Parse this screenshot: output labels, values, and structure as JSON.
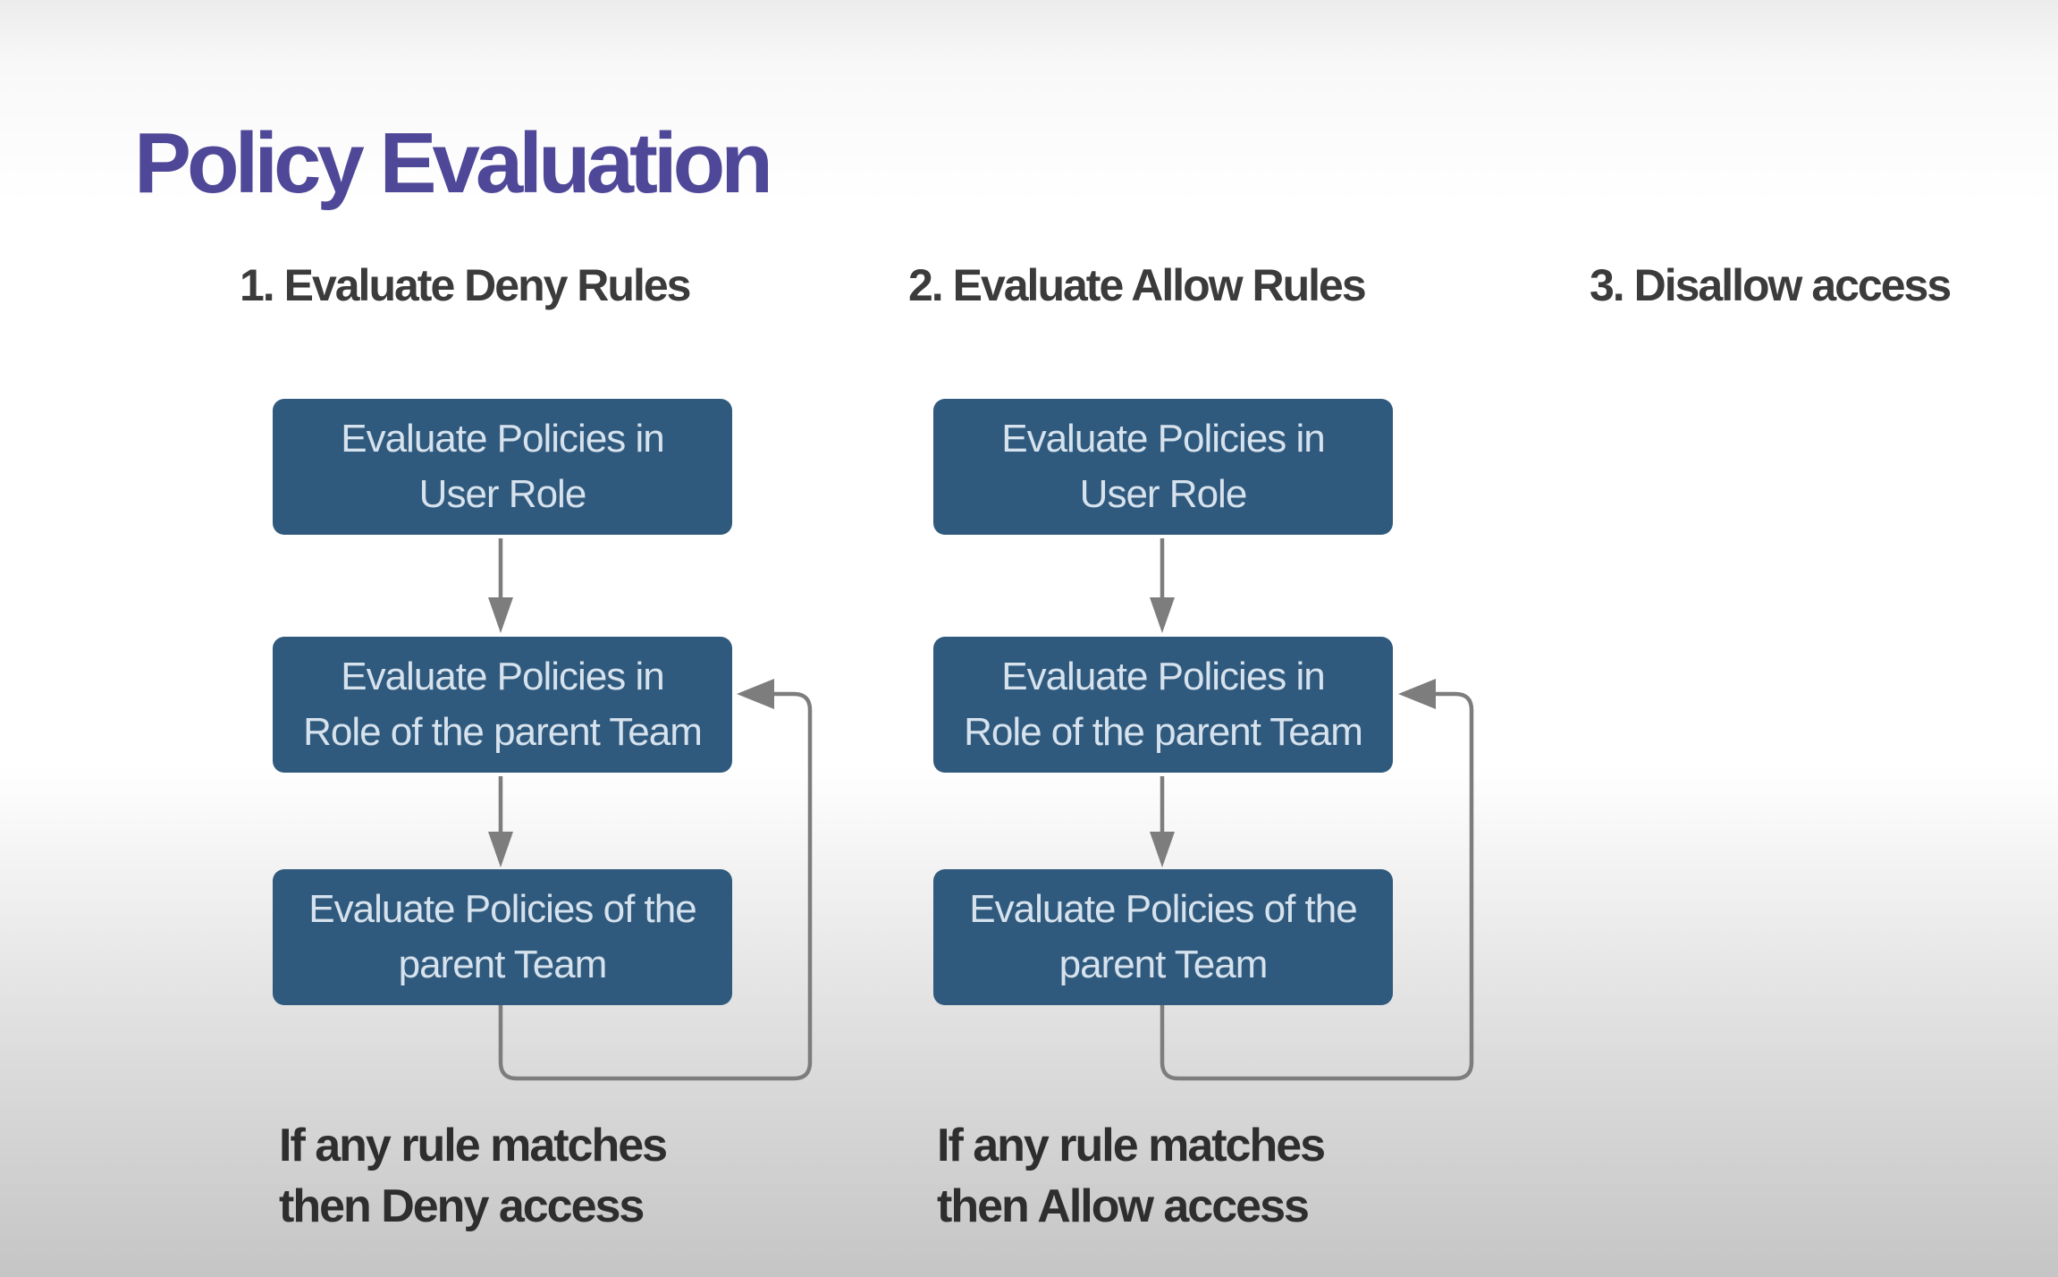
{
  "slide": {
    "title": "Policy Evaluation",
    "columns": [
      {
        "heading": "1. Evaluate Deny Rules",
        "boxes": [
          "Evaluate Policies in\nUser Role",
          "Evaluate Policies in\nRole of the parent Team",
          "Evaluate Policies of the\nparent Team"
        ],
        "caption": "If any rule matches\nthen Deny access"
      },
      {
        "heading": "2. Evaluate Allow Rules",
        "boxes": [
          "Evaluate Policies in\nUser Role",
          "Evaluate Policies in\nRole of the parent Team",
          "Evaluate Policies of the\nparent Team"
        ],
        "caption": "If any rule matches\nthen Allow access"
      },
      {
        "heading": "3. Disallow access",
        "boxes": [],
        "caption": ""
      }
    ],
    "colors": {
      "title_color": "#4f4797",
      "heading_color": "#3b3b3b",
      "box_fill": "#305a7d",
      "box_text": "#d6e2ed",
      "arrow_color": "#7d7d7d",
      "caption_color": "#2e2e2e"
    }
  }
}
